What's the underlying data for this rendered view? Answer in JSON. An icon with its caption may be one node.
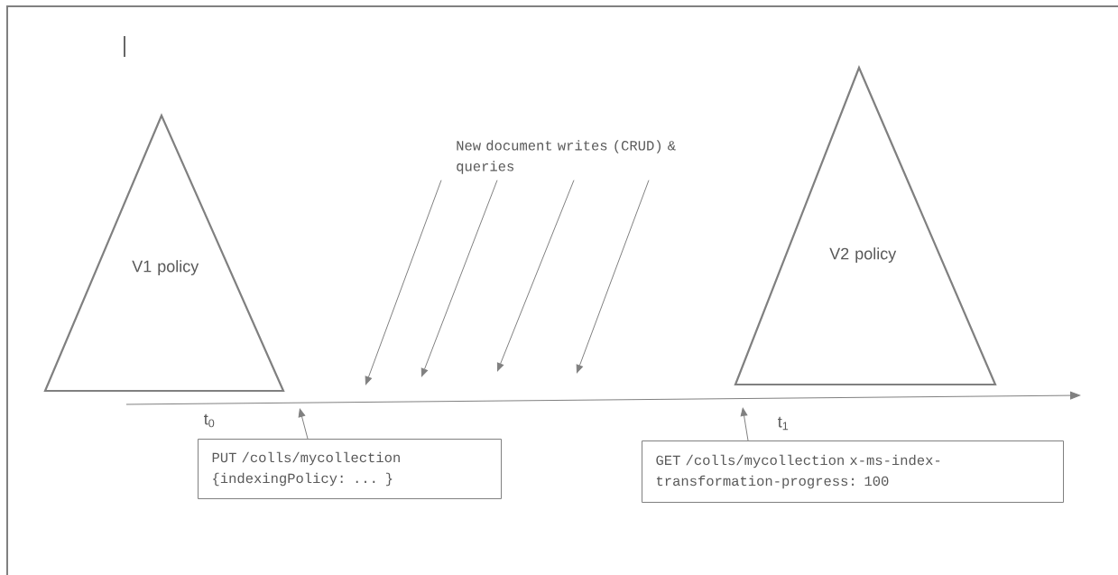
{
  "diagram": {
    "nodes": [
      {
        "text": [
          "V1 policy"
        ]
      },
      {
        "text": [
          "V2 policy"
        ]
      },
      {
        "text": [
          "New document writes (CRUD) & queries"
        ]
      },
      {
        "text": [
          "PUT /colls/mycollection {indexingPolicy: ... }"
        ]
      },
      {
        "text": [
          "GET /colls/mycollection x-ms-index-transformation-progress: 100"
        ]
      }
    ],
    "edges": [
      {
        "from": 2,
        "to": null,
        "arrow": "to"
      },
      {
        "from": 2,
        "to": null,
        "arrow": "to"
      },
      {
        "from": 2,
        "to": null,
        "arrow": "to"
      },
      {
        "from": 2,
        "to": null,
        "arrow": "to"
      },
      {
        "from": 3,
        "to": null,
        "arrow": "to"
      },
      {
        "from": 4,
        "to": null,
        "arrow": "to"
      }
    ],
    "labels": [
      "t$_{0}$",
      "t$_{1}$"
    ]
  }
}
